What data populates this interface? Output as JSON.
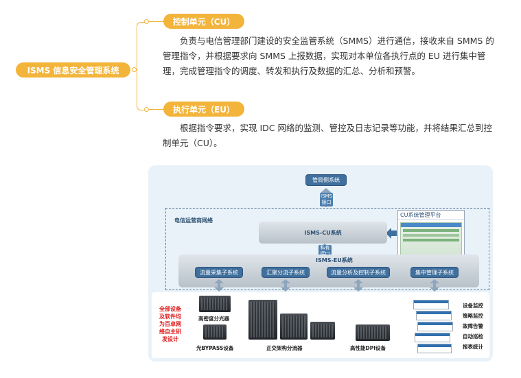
{
  "root": {
    "label": "ISMS 信息安全管理系统"
  },
  "cu": {
    "title": "控制单元（CU）",
    "text": "负责与电信管理部门建设的安全监管系统（SMMS）进行通信，接收来自 SMMS 的管理指令，并根据要求向 SMMS 上报数据，实现对本单位各执行点的 EU 进行集中管理，完成管理指令的调度、转发和执行及数据的汇总、分析和预警。"
  },
  "eu": {
    "title": "执行单元（EU）",
    "text": "根据指令要求，实现 IDC 网络的监测、管控及日志记录等功能，并将结果汇总到控制单元（CU）。"
  },
  "diagram": {
    "regulator": "管局侧系统",
    "isms_interface": "ISMS\n接口",
    "operator_network": "电信运营商网络",
    "cu_platform": "CU系统管理平台",
    "isms_cu": "ISMS-CU系统",
    "telecom_interface": "私有\n接口",
    "isms_eu": "ISMS-EU系统",
    "subsystems": [
      "流量采集子系统",
      "汇聚分流子系统",
      "流量分析及控制子系统",
      "集中管理子系统"
    ],
    "red_note": "全部设备\n及软件均\n为百卓网\n络自主研\n发设计",
    "devices": [
      "高密度分光器",
      "光BYPASS设备",
      "正交架构分流器",
      "高性能DPI设备"
    ],
    "features": [
      "设备监控",
      "策略监控",
      "故障告警",
      "自动巡检",
      "报表统计"
    ]
  },
  "colors": {
    "accent": "#f3b43b",
    "navy": "#3f6f9c",
    "red": "#e02020",
    "panel": "#eaf2f9"
  }
}
